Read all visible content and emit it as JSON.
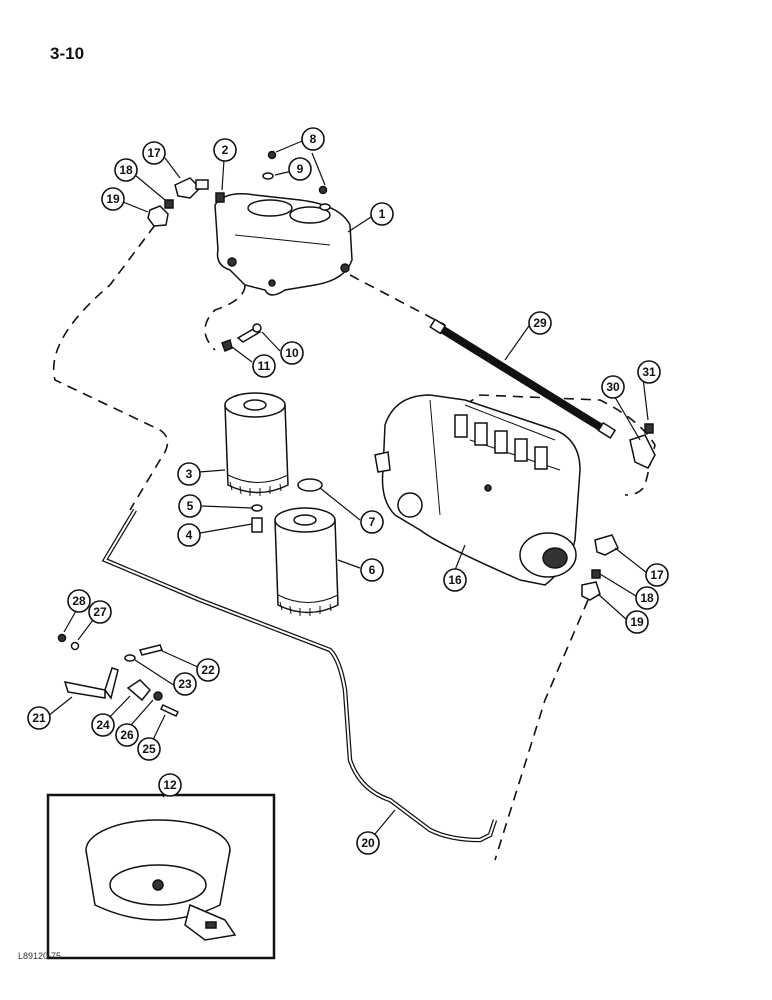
{
  "page": {
    "number": "3-10",
    "figure_code": "L89120-75"
  },
  "callouts": [
    {
      "id": "c1",
      "label": "1"
    },
    {
      "id": "c2",
      "label": "2"
    },
    {
      "id": "c3",
      "label": "3"
    },
    {
      "id": "c4",
      "label": "4"
    },
    {
      "id": "c5",
      "label": "5"
    },
    {
      "id": "c6",
      "label": "6"
    },
    {
      "id": "c7",
      "label": "7"
    },
    {
      "id": "c8",
      "label": "8"
    },
    {
      "id": "c9",
      "label": "9"
    },
    {
      "id": "c10",
      "label": "10"
    },
    {
      "id": "c11",
      "label": "11"
    },
    {
      "id": "c12",
      "label": "12"
    },
    {
      "id": "c16",
      "label": "16"
    },
    {
      "id": "c17a",
      "label": "17"
    },
    {
      "id": "c17b",
      "label": "17"
    },
    {
      "id": "c18a",
      "label": "18"
    },
    {
      "id": "c18b",
      "label": "18"
    },
    {
      "id": "c19a",
      "label": "19"
    },
    {
      "id": "c19b",
      "label": "19"
    },
    {
      "id": "c20",
      "label": "20"
    },
    {
      "id": "c21",
      "label": "21"
    },
    {
      "id": "c22",
      "label": "22"
    },
    {
      "id": "c23",
      "label": "23"
    },
    {
      "id": "c24",
      "label": "24"
    },
    {
      "id": "c25",
      "label": "25"
    },
    {
      "id": "c26",
      "label": "26"
    },
    {
      "id": "c27",
      "label": "27"
    },
    {
      "id": "c28",
      "label": "28"
    },
    {
      "id": "c29",
      "label": "29"
    },
    {
      "id": "c30",
      "label": "30"
    },
    {
      "id": "c31",
      "label": "31"
    }
  ]
}
